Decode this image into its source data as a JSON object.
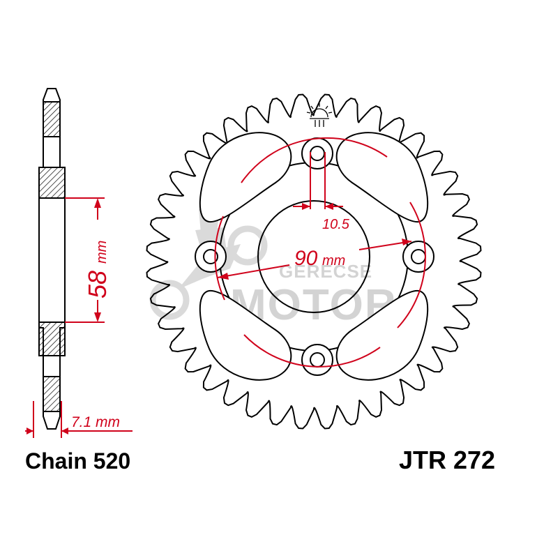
{
  "part_number": "JTR 272",
  "chain_label": "Chain 520",
  "dimensions": {
    "offset_height": "58",
    "offset_unit": "mm",
    "thickness": "7.1 mm",
    "bolt_hole_diameter": "10.5",
    "bolt_circle": "90",
    "bolt_circle_unit": "mm"
  },
  "sprocket": {
    "teeth": 40,
    "bolt_holes": 4,
    "lightening_holes": 4
  },
  "watermark": {
    "line1": "GERECSE",
    "line2": "MOTOR"
  },
  "colors": {
    "dimension": "#d0021b",
    "outline": "#000000",
    "watermark": "#cfcfcf"
  }
}
